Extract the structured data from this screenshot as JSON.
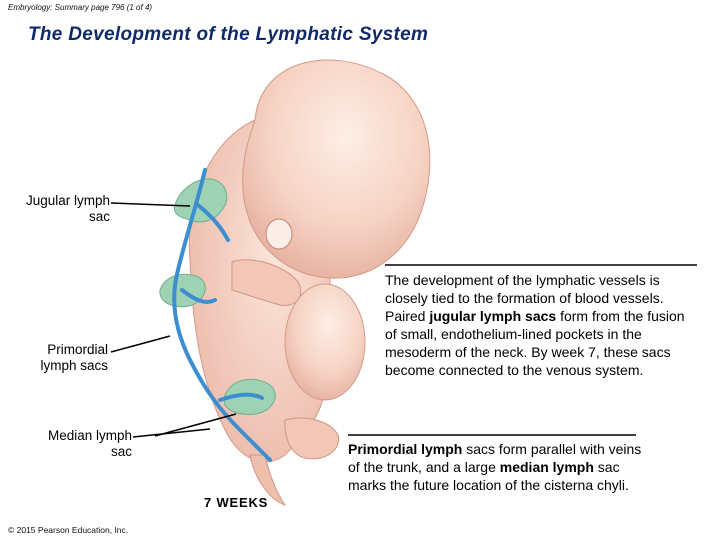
{
  "header": {
    "caption": "Embryology: Summary page 796 (1 of 4)",
    "title": "The Development of the Lymphatic System"
  },
  "figure": {
    "labels": {
      "jugular": "Jugular lymph sac",
      "primordial": "Primordial lymph sacs",
      "median": "Median lymph sac",
      "weeks": "7 WEEKS"
    },
    "colors": {
      "skin": "#f6d3c4",
      "skin_shadow": "#e2a896",
      "lymph_sac": "#9ed2b4",
      "vessel": "#3d8ed0",
      "title": "#0e2a6b"
    }
  },
  "text_blocks": {
    "desc1": {
      "t1": "The development of the lymphatic vessels is closely tied to the formation of blood vessels. Paired ",
      "b1": "jugular lymph sacs",
      "t2": " form from the fusion of small, endothelium-lined pockets in the mesoderm of the neck. By week 7, these sacs become connected to the venous system."
    },
    "desc2": {
      "b1": "Primordial lymph",
      "t1": " sacs form parallel with veins of the trunk, and a large ",
      "b2": "median lymph",
      "t2": " sac marks the future location of the cisterna chyli."
    }
  },
  "footer": {
    "copyright": "© 2015 Pearson Education, Inc."
  }
}
